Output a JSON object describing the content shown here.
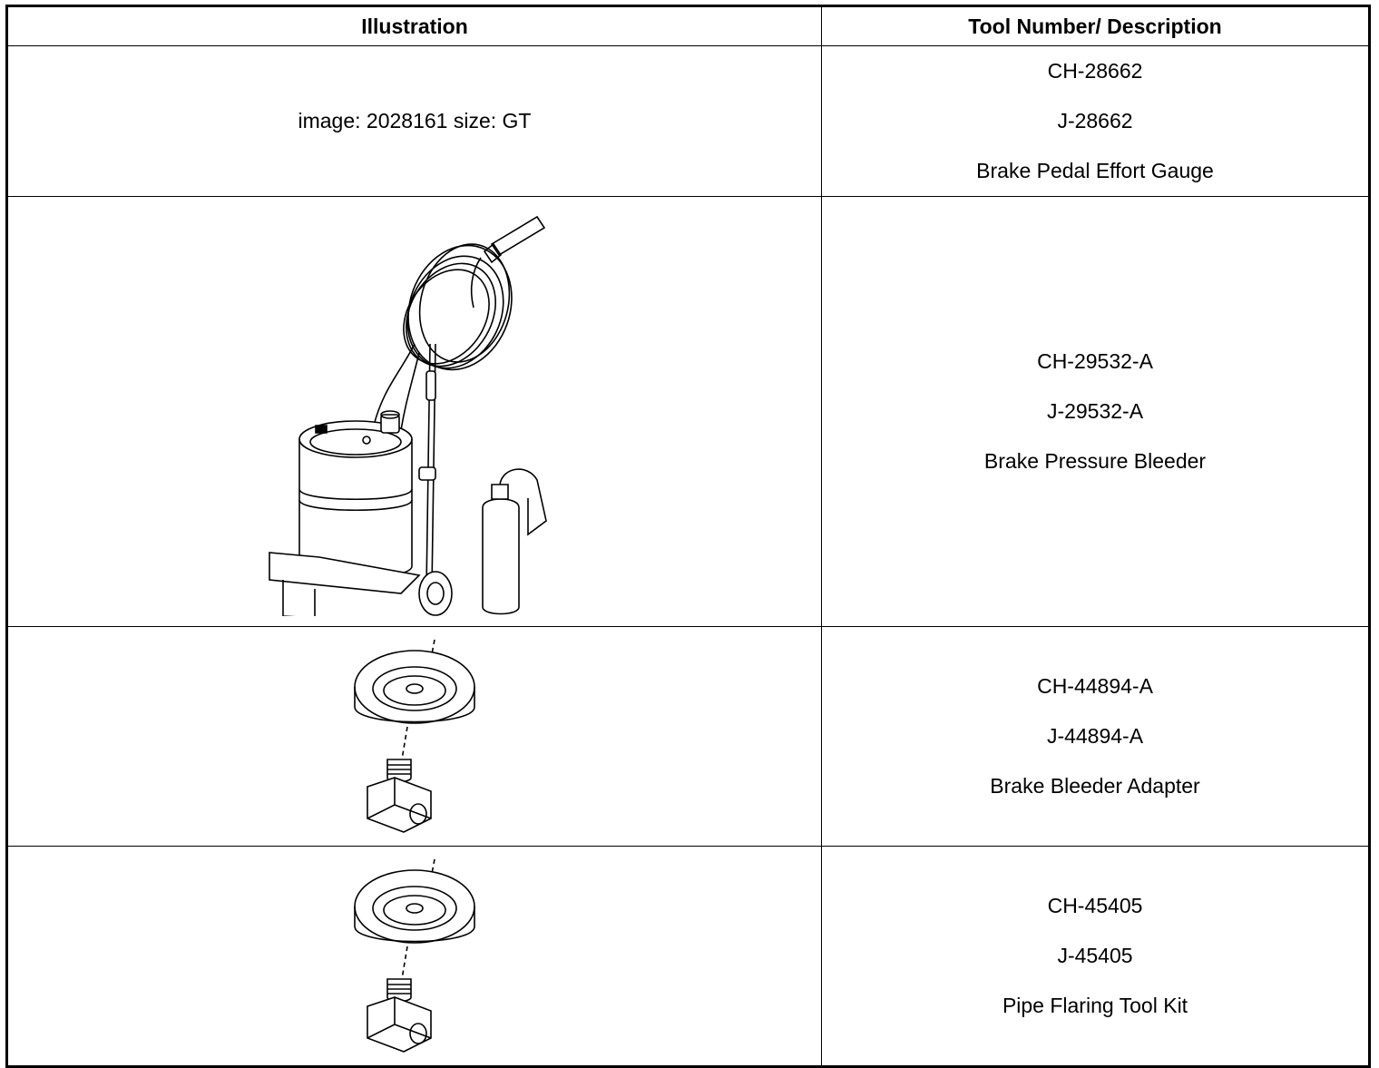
{
  "headers": {
    "illustration": "Illustration",
    "tool": "Tool Number/ Description"
  },
  "rows": [
    {
      "image_text": "image: 2028161 size: GT",
      "tool_ch": "CH-28662",
      "tool_j": "J-28662",
      "description": "Brake Pedal Effort Gauge"
    },
    {
      "illustration": "brake-pressure-bleeder-illustration",
      "tool_ch": "CH-29532-A",
      "tool_j": "J-29532-A",
      "description": "Brake Pressure Bleeder"
    },
    {
      "illustration": "bleeder-adapter-illustration",
      "tool_ch": "CH-44894-A",
      "tool_j": "J-44894-A",
      "description": "Brake Bleeder Adapter"
    },
    {
      "illustration": "flaring-tool-illustration",
      "tool_ch": "CH-45405",
      "tool_j": "J-45405",
      "description": "Pipe Flaring Tool Kit"
    }
  ]
}
